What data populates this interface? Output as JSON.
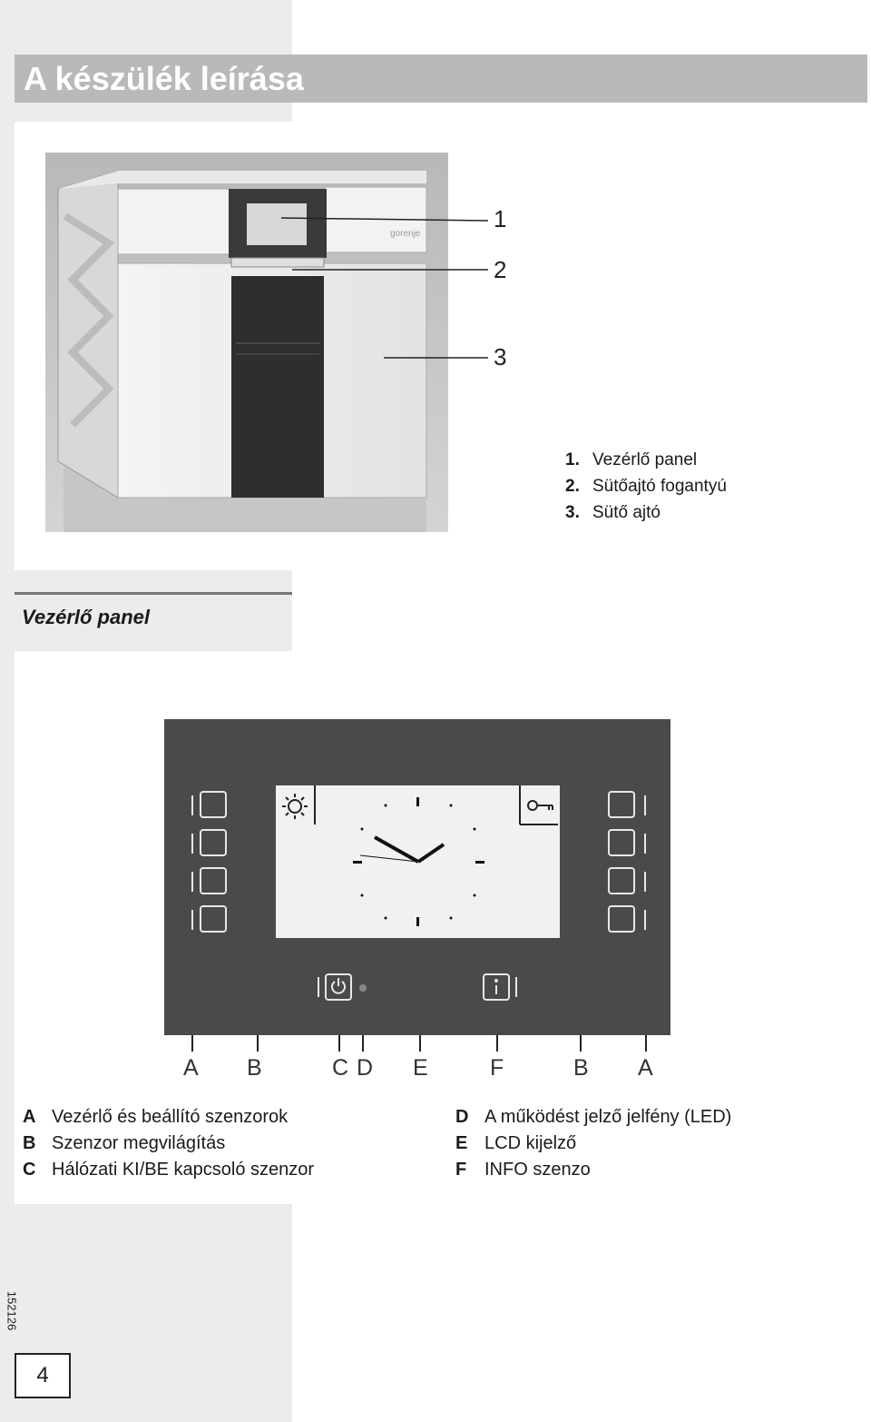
{
  "title": "A készülék leírása",
  "photo_callouts": [
    "1",
    "2",
    "3"
  ],
  "photo_legend": [
    {
      "num": "1.",
      "label": "Vezérlő panel"
    },
    {
      "num": "2.",
      "label": "Sütőajtó fogantyú"
    },
    {
      "num": "3.",
      "label": "Sütő ajtó"
    }
  ],
  "oven_brand": "gorenje",
  "section_title": "Vezérlő panel",
  "panel_letters": [
    "A",
    "B",
    "C",
    "D",
    "E",
    "F",
    "B",
    "A"
  ],
  "panel_legend_left": [
    {
      "key": "A",
      "label": "Vezérlő és beállító szenzorok"
    },
    {
      "key": "B",
      "label": "Szenzor megvilágítás"
    },
    {
      "key": "C",
      "label": "Hálózati KI/BE kapcsoló szenzor"
    }
  ],
  "panel_legend_right": [
    {
      "key": "D",
      "label": "A működést jelző jelfény (LED)"
    },
    {
      "key": "E",
      "label": "LCD kijelző"
    },
    {
      "key": "F",
      "label": "INFO szenzo"
    }
  ],
  "doc_code": "152126",
  "page_number": "4",
  "icons": [
    "lamp-icon",
    "key-icon",
    "power-icon",
    "info-icon",
    "clock-icon"
  ]
}
